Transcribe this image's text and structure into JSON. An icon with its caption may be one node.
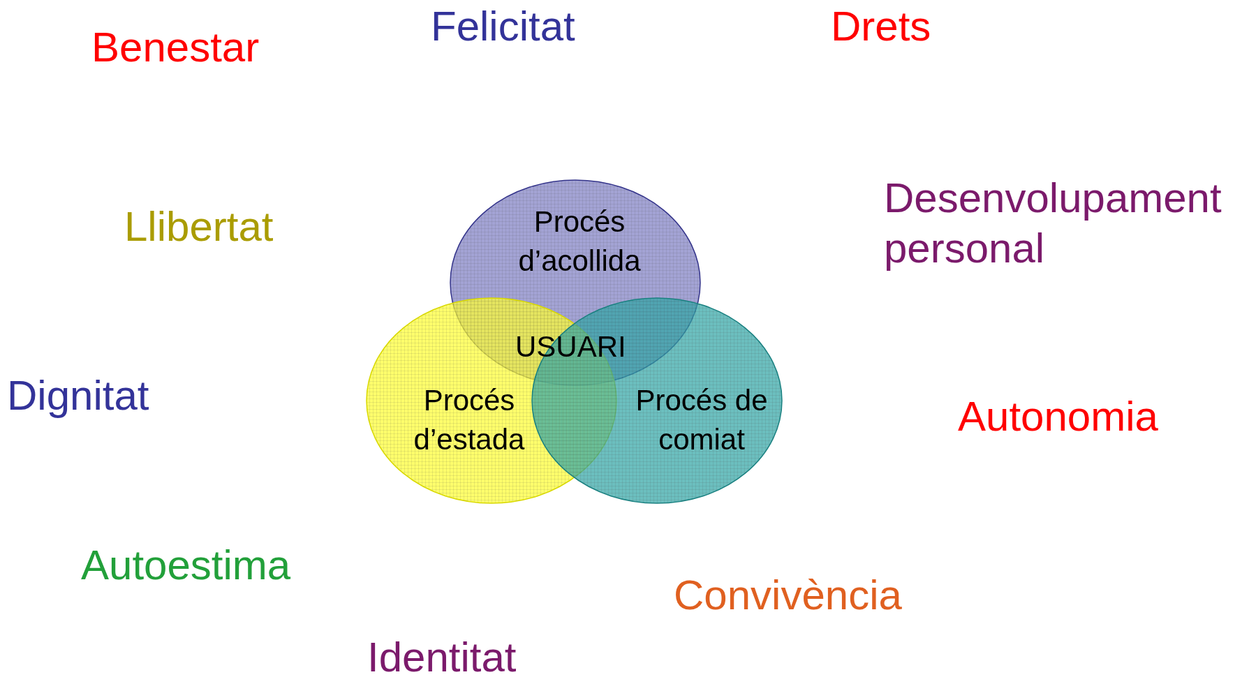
{
  "diagram": {
    "nodes": [
      {
        "text": [
          "Procés d’acollida"
        ]
      },
      {
        "text": [
          "Procés d’estada"
        ]
      },
      {
        "text": [
          "Procés de comiat"
        ]
      }
    ],
    "labels": [
      "Felicitat",
      "Drets",
      "Benestar",
      "Desenvolupament personal",
      "Llibertat",
      "USUARI",
      "Dignitat",
      "Autonomia",
      "Autoestima",
      "Convivència",
      "Identitat"
    ]
  }
}
